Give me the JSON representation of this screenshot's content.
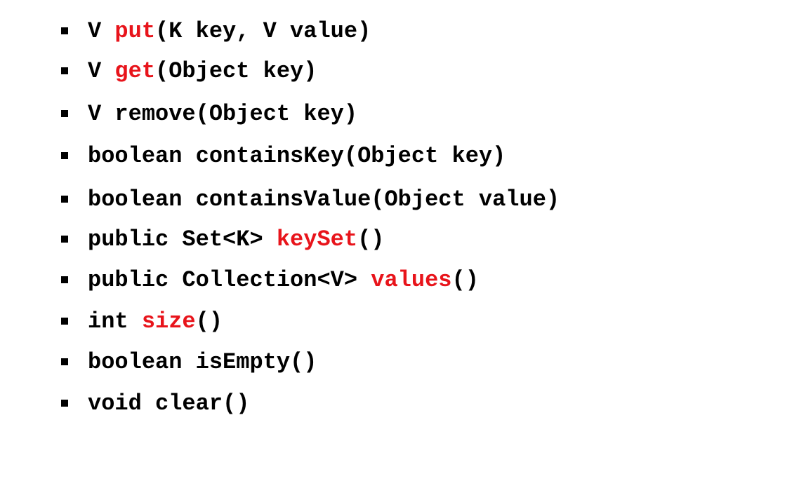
{
  "accent_color": "#e8141b",
  "text_color": "#000000",
  "bullet_icon": "square-bullet-icon",
  "methods": [
    {
      "before": "V ",
      "highlight": "put",
      "after": "(K key, V value)"
    },
    {
      "before": "V ",
      "highlight": "get",
      "after": "(Object key)"
    },
    {
      "before": "V remove(Object key)",
      "highlight": "",
      "after": ""
    },
    {
      "before": "boolean containsKey(Object key)",
      "highlight": "",
      "after": ""
    },
    {
      "before": "boolean containsValue(Object value)",
      "highlight": "",
      "after": ""
    },
    {
      "before": "public Set<K> ",
      "highlight": "keySet",
      "after": "()"
    },
    {
      "before": "public Collection<V> ",
      "highlight": "values",
      "after": "()"
    },
    {
      "before": "int ",
      "highlight": "size",
      "after": "()"
    },
    {
      "before": "boolean isEmpty()",
      "highlight": "",
      "after": ""
    },
    {
      "before": "void clear()",
      "highlight": "",
      "after": ""
    }
  ]
}
